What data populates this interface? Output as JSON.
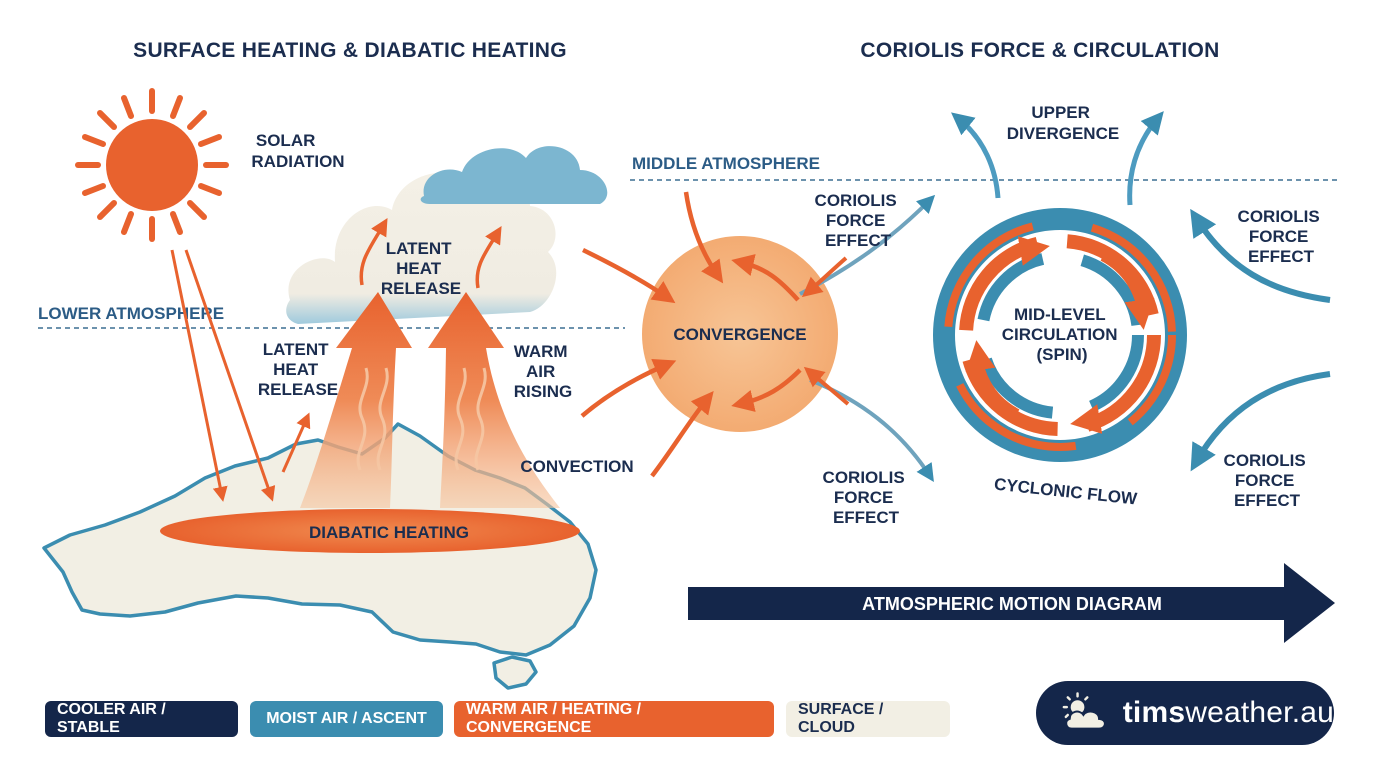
{
  "titles": {
    "left": "SURFACE HEATING & DIABATIC HEATING",
    "right": "CORIOLIS FORCE & CIRCULATION"
  },
  "labels": {
    "solar": [
      "SOLAR",
      "RADIATION"
    ],
    "lower_atmosphere": "LOWER ATMOSPHERE",
    "middle_atmosphere": "MIDDLE ATMOSPHERE",
    "latent_heat_upper": [
      "LATENT",
      "HEAT",
      "RELEASE"
    ],
    "latent_heat_lower": [
      "LATENT",
      "HEAT",
      "RELEASE"
    ],
    "warm_air": [
      "WARM",
      "AIR",
      "RISING"
    ],
    "convection": "CONVECTION",
    "diabatic": "DIABATIC HEATING",
    "convergence": "CONVERGENCE",
    "upper_divergence": [
      "UPPER",
      "DIVERGENCE"
    ],
    "coriolis_left_top": [
      "CORIOLIS",
      "FORCE",
      "EFFECT"
    ],
    "coriolis_left_bottom": [
      "CORIOLIS",
      "FORCE",
      "EFFECT"
    ],
    "coriolis_right_top": [
      "CORIOLIS",
      "FORCE",
      "EFFECT"
    ],
    "coriolis_right_bottom": [
      "CORIOLIS",
      "FORCE",
      "EFFECT"
    ],
    "circulation": [
      "MID-LEVEL",
      "CIRCULATION",
      "(SPIN)"
    ],
    "cyclonic": "CYCLONIC FLOW",
    "motion_arrow": "ATMOSPHERIC MOTION DIAGRAM"
  },
  "legend": [
    {
      "label": "COOLER AIR / STABLE",
      "bg": "#14264a",
      "fg": "#ffffff"
    },
    {
      "label": "MOIST AIR / ASCENT",
      "bg": "#3b8db0",
      "fg": "#ffffff"
    },
    {
      "label": "WARM AIR / HEATING / CONVERGENCE",
      "bg": "#e8622e",
      "fg": "#ffffff"
    },
    {
      "label": "SURFACE / CLOUD",
      "bg": "#f2efe4",
      "fg": "#1b2d4f"
    }
  ],
  "brand": {
    "bold": "tims",
    "rest": "weather.au"
  },
  "colors": {
    "navy": "#1b2d4f",
    "blue": "#3b8db0",
    "orange": "#e8622e",
    "cream": "#f2efe4"
  }
}
